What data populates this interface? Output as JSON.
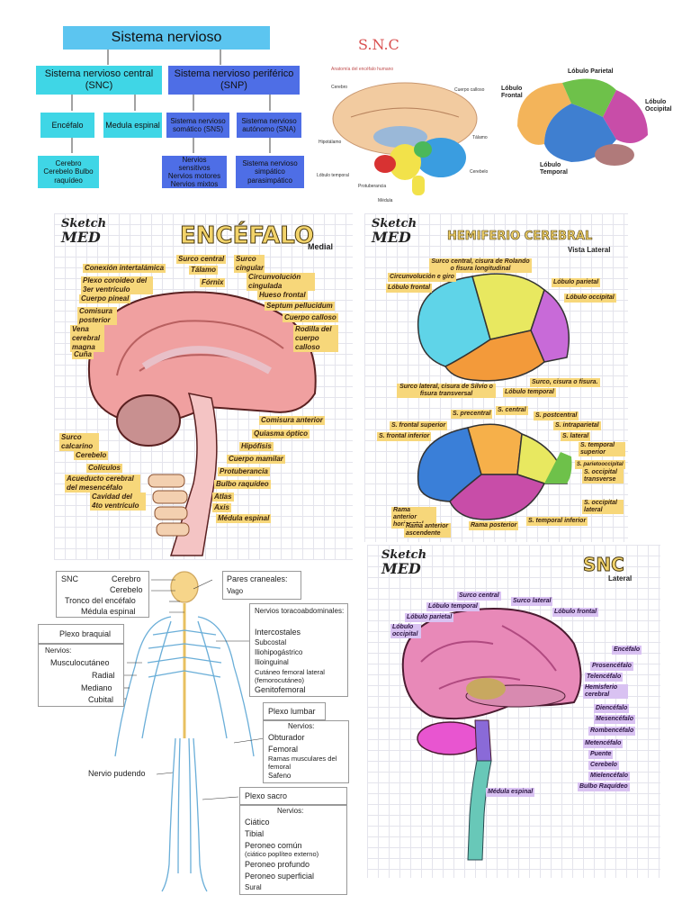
{
  "chart_title": {
    "root": "Sistema nervioso",
    "snc": "Sistema nervioso central (SNC)",
    "snp": "Sistema nervioso periférico (SNP)",
    "encefalo": "Encéfalo",
    "medula": "Medula espinal",
    "somatico": "Sistema nervioso somático (SNS)",
    "autonomo": "Sistema nervioso autónomo (SNA)",
    "encefalo_parts": "Cerebro Cerebelo Bulbo raquídeo",
    "somatico_parts": "Nervios sensitivos Nervios motores Nervios mixtos",
    "autonomo_parts": "Sistema nervioso simpático parasimpático"
  },
  "snc_header": "S.N.C",
  "anatomy_small": {
    "title": "Anatomía del encéfalo humano",
    "labels": [
      "Cerebro",
      "Cuerpo calloso",
      "Hipotálamo",
      "Tálamo",
      "Lóbulo temporal",
      "Cerebelo",
      "Protuberancia",
      "Médula"
    ]
  },
  "lobes_small": {
    "parietal": "Lóbulo Parietal",
    "frontal": "Lóbulo Frontal",
    "occipital": "Lóbulo Occipital",
    "temporal": "Lóbulo Temporal"
  },
  "brand": {
    "line1": "Sketch",
    "line2": "MED"
  },
  "encefalo_panel": {
    "title": "ENCÉFALO",
    "subtitle": "Medial",
    "labels": [
      "Conexión intertalámica",
      "Plexo coroideo del 3er ventrículo",
      "Cuerpo pineal",
      "Comisura posterior",
      "Vena cerebral magna",
      "Cuña",
      "Surco central",
      "Tálamo",
      "Fórnix",
      "Surco cingular",
      "Circunvolución cingulada",
      "Hueso frontal",
      "Septum pellucidum",
      "Cuerpo calloso",
      "Rodilla del cuerpo calloso",
      "Comisura anterior",
      "Quiasma óptico",
      "Hipófisis",
      "Cuerpo mamilar",
      "Protuberancia",
      "Bulbo raquídeo",
      "Atlas",
      "Axis",
      "Médula espinal",
      "Surco calcarino",
      "Cerebelo",
      "Colículos",
      "Acueducto cerebral del mesencéfalo",
      "Cavidad del 4to ventrículo"
    ]
  },
  "hemisferio_panel": {
    "title": "HEMIFERIO CEREBRAL",
    "subtitle": "Vista Lateral",
    "top_labels": [
      "Surco central, cisura de Rolando o fisura longitudinal",
      "Circunvolución e giro",
      "Lóbulo frontal",
      "Lóbulo parietal",
      "Lóbulo occipital",
      "Surco, cisura o fisura.",
      "Surco lateral, cisura de Silvio o fisura transversal",
      "Lóbulo temporal"
    ],
    "bottom_labels": [
      "S. precentral",
      "S. central",
      "S. postcentral",
      "S. frontal superior",
      "S. intraparietal",
      "S. frontal inferior",
      "S. lateral",
      "S. temporal superior",
      "S. parietooccipital",
      "S. occipital transverse",
      "S. occipital lateral",
      "Rama anterior horizontal",
      "Rama anterior ascendente",
      "Rama posterior",
      "S. temporal inferior"
    ]
  },
  "nerves_panel": {
    "snc_label": "SNC",
    "snc_items": [
      "Cerebro",
      "Cerebelo",
      "Tronco del encéfalo",
      "Médula espinal"
    ],
    "pares_title": "Pares craneales:",
    "pares_items": [
      "Vago"
    ],
    "toraco_title": "Nervios toracoabdominales:",
    "toraco_items": [
      "Intercostales",
      "Subcostal",
      "Iliohipogástrico",
      "Ilioinguinal",
      "Cutáneo femoral lateral (femorocutáneo)",
      "Genitofemoral"
    ],
    "braquial_title": "Plexo braquial",
    "braquial_sub": "Nervios:",
    "braquial_items": [
      "Musculocutáneo",
      "Radial",
      "Mediano",
      "Cubital"
    ],
    "lumbar_title": "Plexo lumbar",
    "lumbar_sub": "Nervios:",
    "lumbar_items": [
      "Obturador",
      "Femoral",
      "Ramas musculares del femoral",
      "Safeno"
    ],
    "pudendo": "Nervio pudendo",
    "sacro_title": "Plexo sacro",
    "sacro_sub": "Nervios:",
    "sacro_items": [
      "Ciático",
      "Tibial",
      "Peroneo común",
      "(ciático poplíteo externo)",
      "Peroneo profundo",
      "Peroneo superficial",
      "Sural"
    ]
  },
  "snc_lateral_panel": {
    "title": "SNC",
    "subtitle": "Lateral",
    "left_labels": [
      "Surco central",
      "Surco lateral",
      "Lóbulo temporal",
      "Lóbulo parietal",
      "Lóbulo frontal",
      "Lóbulo occipital",
      "Médula espinal"
    ],
    "right_labels": [
      "Encéfalo",
      "Prosencéfalo",
      "Telencéfalo",
      "Hemisferio cerebral",
      "Diencéfalo",
      "Mesencéfalo",
      "Rombencéfalo",
      "Metencéfalo",
      "Puente",
      "Cerebelo",
      "Mielencéfalo",
      "Bulbo Raquídeo"
    ]
  },
  "colors": {
    "chart_title_bg": "#5cc5f0",
    "snc_box_bg": "#3fd6e6",
    "snp_box_bg": "#4e6ee6",
    "snc_header": "#d95050",
    "yellow_label": "#f7d77a",
    "purple_label": "#d9c2f2"
  }
}
